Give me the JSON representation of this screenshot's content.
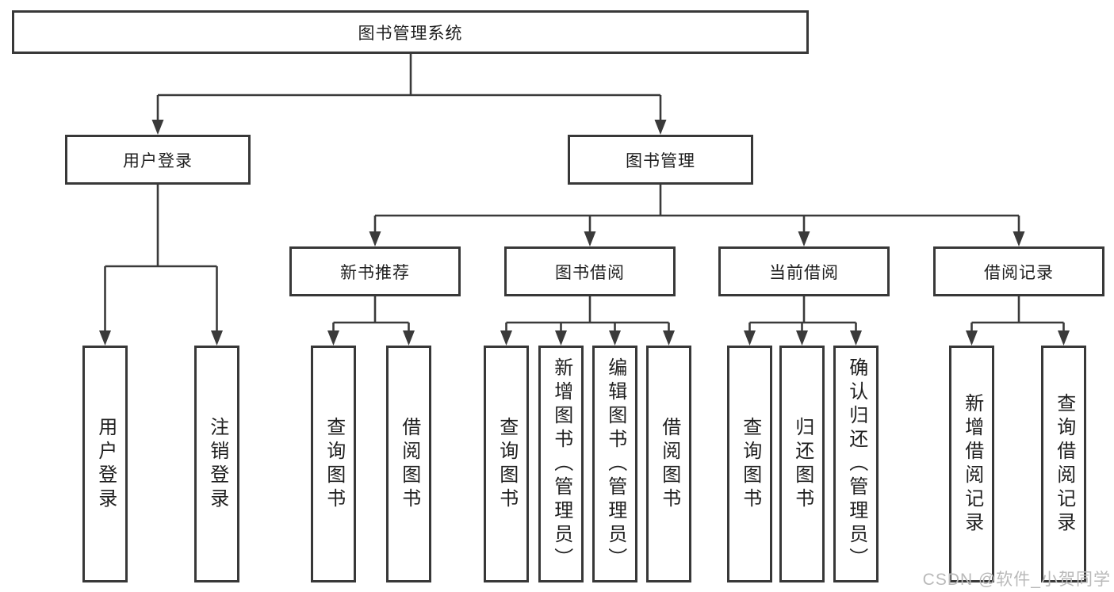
{
  "diagram": {
    "root": {
      "label": "图书管理系统"
    },
    "level2": [
      {
        "label": "用户登录"
      },
      {
        "label": "图书管理"
      }
    ],
    "level3": [
      {
        "label": "新书推荐"
      },
      {
        "label": "图书借阅"
      },
      {
        "label": "当前借阅"
      },
      {
        "label": "借阅记录"
      }
    ],
    "leaves": {
      "user_login": [
        "用户登录",
        "注销登录"
      ],
      "new_book": [
        "查询图书",
        "借阅图书"
      ],
      "book_borrow": [
        "查询图书",
        "新增图书（管理员）",
        "编辑图书（管理员）",
        "借阅图书"
      ],
      "current_borrow": [
        "查询图书",
        "归还图书",
        "确认归还（管理员）"
      ],
      "borrow_records": [
        "新增借阅记录",
        "查询借阅记录"
      ]
    }
  },
  "watermark": "CSDN @软件_小贺同学",
  "colors": {
    "line": "#3a3a3a",
    "border": "#383838",
    "text": "#1f1f1f",
    "watermark": "#b9b9b9",
    "background": "#ffffff"
  }
}
